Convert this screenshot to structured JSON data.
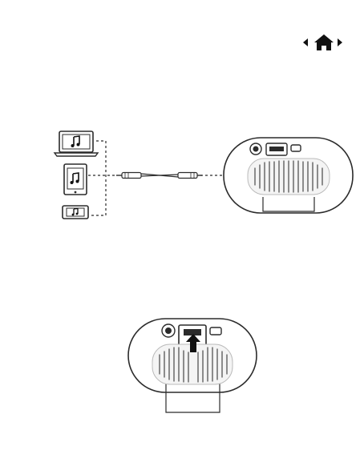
{
  "nav": {
    "prev_icon": "triangle-left-icon",
    "home_icon": "home-icon",
    "next_icon": "triangle-right-icon"
  },
  "figure_1": {
    "devices": [
      "laptop-music-icon",
      "tablet-music-icon",
      "phone-music-icon"
    ],
    "cable": "aux-audio-cable",
    "target": "speaker-back-panel"
  },
  "figure_2": {
    "target": "speaker-back-panel",
    "arrow": "usb-insert-arrow"
  },
  "colors": {
    "line": "#2b2b2b",
    "stroke_light": "#444444"
  }
}
